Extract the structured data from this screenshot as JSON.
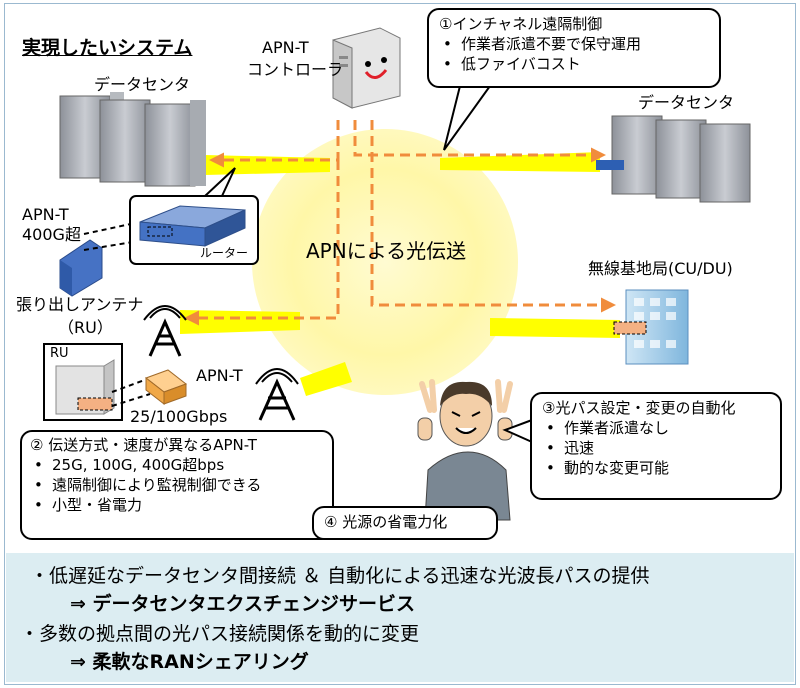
{
  "title": "実現したいシステム",
  "center_label": "APNによる光伝送",
  "apn_controller": {
    "line1": "APN-T",
    "line2": "コントローラ"
  },
  "datacenter_left": "データセンタ",
  "datacenter_right": "データセンタ",
  "apn_t_400g": {
    "line1": "APN-T",
    "line2": "400G超"
  },
  "router_label": "ルーター",
  "antenna_label": {
    "line1": "張り出しアンテナ",
    "line2": "（RU）"
  },
  "ru_label": "RU",
  "apn_t_small": {
    "name": "APN-T",
    "speed": "25/100Gbps"
  },
  "base_station": "無線基地局(CU/DU)",
  "callout1": {
    "title": "①インチャネル遠隔制御",
    "items": [
      "作業者派遣不要で保守運用",
      "低ファイバコスト"
    ]
  },
  "callout2": {
    "title": "② 伝送方式・速度が異なるAPN-T",
    "items": [
      "25G, 100G, 400G超bps",
      "遠隔制御により監視制御できる",
      "小型・省電力"
    ]
  },
  "callout3": {
    "title": "③光パス設定・変更の自動化",
    "items": [
      "作業者派遣なし",
      "迅速",
      "動的な変更可能"
    ]
  },
  "callout4": {
    "title": "④ 光源の省電力化"
  },
  "summary": {
    "line1": "・低遅延なデータセンタ間接続 ＆ 自動化による迅速な光波長パスの提供",
    "line2": "⇒ データセンタエクスチェンジサービス",
    "line3": "・多数の拠点間の光パス接続関係を動的に変更",
    "line4": "⇒ 柔軟なRANシェアリング"
  },
  "colors": {
    "fiber": "#ffff00",
    "control_path": "#f08c3c",
    "center_glow": "#fff7a8",
    "summary_bg": "#dcedf2",
    "router_blue": "#4472c4"
  }
}
